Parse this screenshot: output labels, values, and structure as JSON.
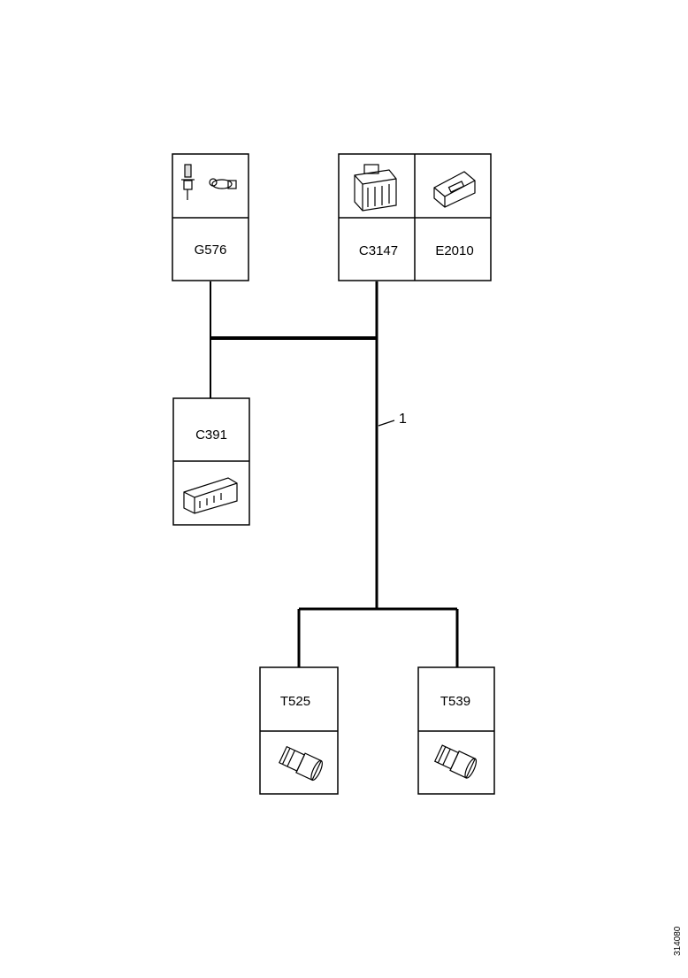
{
  "diagram": {
    "connectors": {
      "g576": {
        "code": "G576",
        "icon": "ground-stud-icon"
      },
      "c3147": {
        "code": "C3147",
        "icon": "multi-pin-connector-icon"
      },
      "e2010": {
        "code": "E2010",
        "icon": "connector-housing-icon"
      },
      "c391": {
        "code": "C391",
        "icon": "flat-connector-icon"
      },
      "t525": {
        "code": "T525",
        "icon": "sensor-plug-icon"
      },
      "t539": {
        "code": "T539",
        "icon": "sensor-plug-icon"
      }
    },
    "callout": "1",
    "figure_ref": "314080"
  },
  "colors": {
    "line": "#000000",
    "background": "#ffffff"
  }
}
